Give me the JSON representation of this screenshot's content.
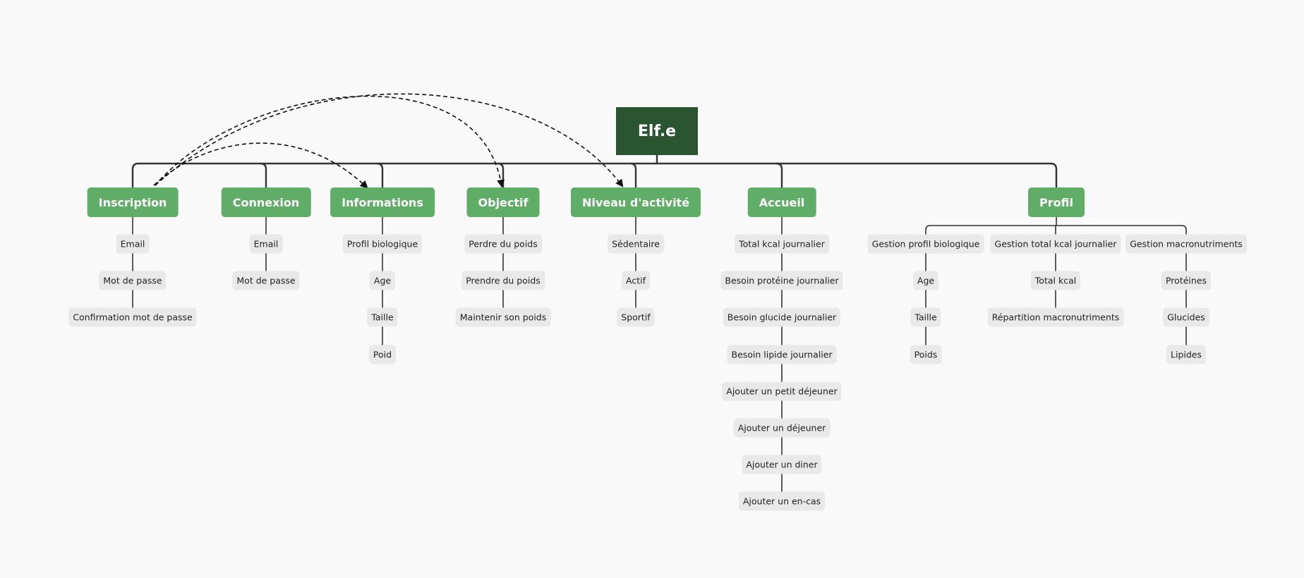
{
  "root": {
    "title": "Elf.e"
  },
  "categories": [
    {
      "label": "Inscription",
      "items": [
        "Email",
        "Mot de passe",
        "Confirmation mot de passe"
      ]
    },
    {
      "label": "Connexion",
      "items": [
        "Email",
        "Mot de passe"
      ]
    },
    {
      "label": "Informations",
      "items": [
        "Profil biologique",
        "Age",
        "Taille",
        "Poid"
      ]
    },
    {
      "label": "Objectif",
      "items": [
        "Perdre du poids",
        "Prendre du poids",
        "Maintenir son poids"
      ]
    },
    {
      "label": "Niveau d'activité",
      "items": [
        "Sédentaire",
        "Actif",
        "Sportif"
      ]
    },
    {
      "label": "Accueil",
      "items": [
        "Total kcal journalier",
        "Besoin protéine journalier",
        "Besoin glucide journalier",
        "Besoin lipide journalier",
        "Ajouter un petit déjeuner",
        "Ajouter un déjeuner",
        "Ajouter un diner",
        "Ajouter un en-cas"
      ]
    },
    {
      "label": "Profil",
      "groups": [
        {
          "label": "Gestion profil biologique",
          "items": [
            "Age",
            "Taille",
            "Poids"
          ]
        },
        {
          "label": "Gestion total kcal journalier",
          "items": [
            "Total kcal",
            "Répartition macronutriments"
          ]
        },
        {
          "label": "Gestion macronutriments",
          "items": [
            "Protéines",
            "Glucides",
            "Lipides"
          ]
        }
      ]
    }
  ],
  "links": [
    {
      "from": "Inscription",
      "to": "Informations"
    },
    {
      "from": "Inscription",
      "to": "Objectif"
    },
    {
      "from": "Inscription",
      "to": "Niveau d'activité"
    }
  ],
  "colors": {
    "root": "#2a5530",
    "category": "#5fad66",
    "leaf": "#e9e9e9",
    "line": "#333333",
    "background": "#f9f9f9"
  }
}
